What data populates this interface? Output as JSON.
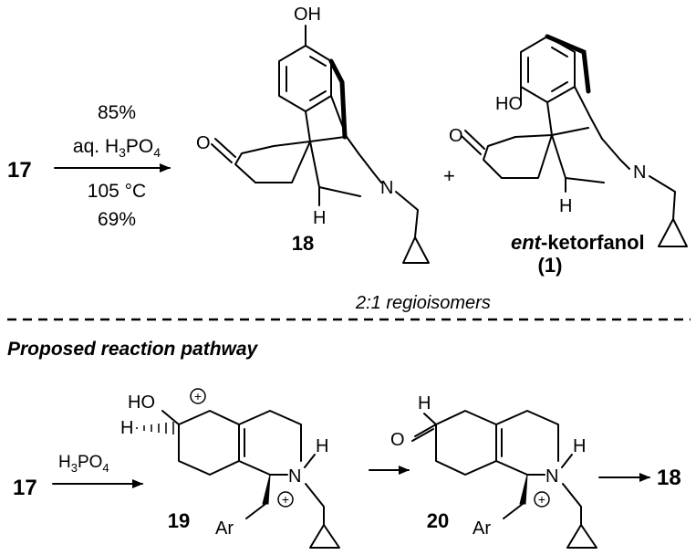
{
  "top": {
    "start": "17",
    "conditions": [
      "85%",
      "aq. H3PO4",
      "105 °C",
      "69%"
    ],
    "plus": "+",
    "product1": {
      "label": "18",
      "atoms": {
        "oh": "OH",
        "o": "O",
        "n": "N",
        "h": "H"
      }
    },
    "product2": {
      "label_prefix": "ent",
      "label_suffix": "-ketorfanol",
      "label_number": "(1)",
      "atoms": {
        "oh": "HO",
        "o": "O",
        "n": "N",
        "h": "H"
      }
    },
    "ratio_note": "2:1 regioisomers"
  },
  "section_title": "Proposed reaction pathway",
  "bottom": {
    "start": "17",
    "reagent": "H3PO4",
    "int19": {
      "label": "19",
      "atoms": {
        "ho": "HO",
        "h_stereo": "H",
        "charge": "+",
        "n": "N",
        "nh": "H",
        "n_charge": "+",
        "ar": "Ar"
      }
    },
    "int20": {
      "label": "20",
      "atoms": {
        "o": "O",
        "h_top": "H",
        "n": "N",
        "nh": "H",
        "n_charge": "+",
        "ar": "Ar"
      }
    },
    "end": "18"
  }
}
